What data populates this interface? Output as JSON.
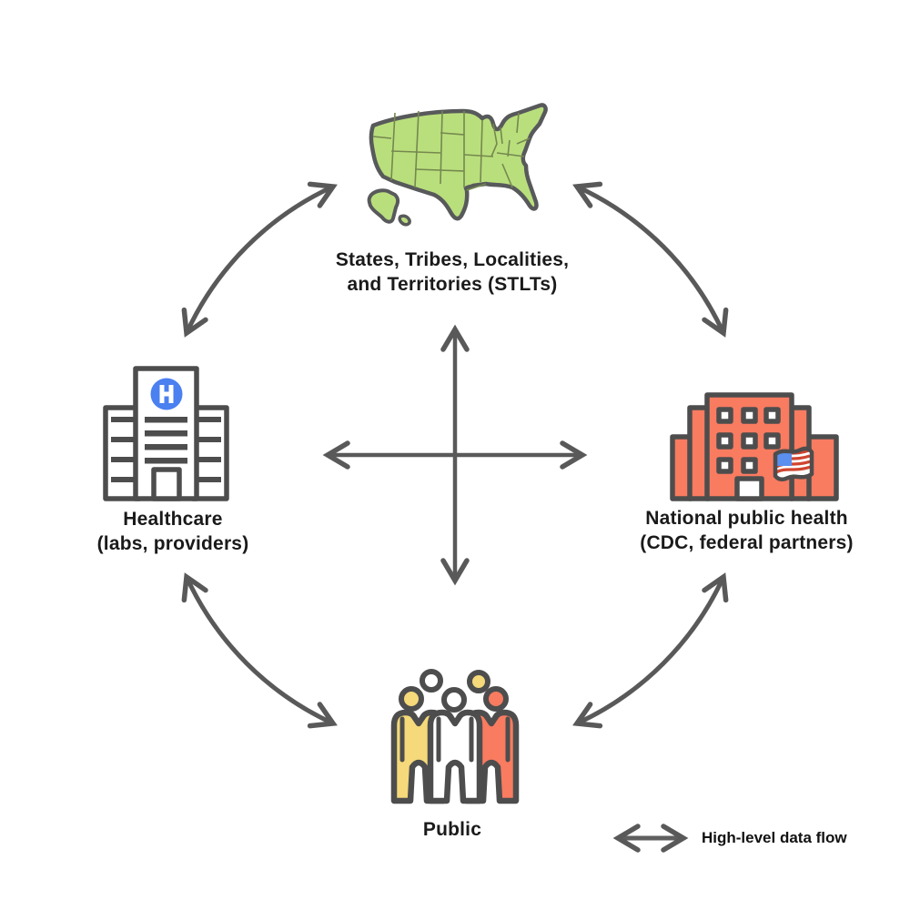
{
  "diagram": {
    "type": "circular-data-flow",
    "nodes": {
      "stlt": {
        "lines": [
          "States, Tribes, Localities,",
          "and Territories (STLTs)"
        ],
        "icon": "us-map-icon"
      },
      "healthcare": {
        "lines": [
          "Healthcare",
          "(labs, providers)"
        ],
        "icon": "hospital-icon"
      },
      "national_public_health": {
        "lines": [
          "National public health",
          "(CDC, federal partners)"
        ],
        "icon": "federal-building-icon"
      },
      "public": {
        "lines": [
          "Public"
        ],
        "icon": "people-icon"
      }
    },
    "edges": [
      {
        "from": "stlt",
        "to": "healthcare",
        "style": "curved-double-arrow"
      },
      {
        "from": "stlt",
        "to": "national_public_health",
        "style": "curved-double-arrow"
      },
      {
        "from": "healthcare",
        "to": "public",
        "style": "curved-double-arrow"
      },
      {
        "from": "national_public_health",
        "to": "public",
        "style": "curved-double-arrow"
      },
      {
        "from": "healthcare",
        "to": "national_public_health",
        "style": "straight-double-arrow"
      },
      {
        "from": "stlt",
        "to": "public",
        "style": "straight-double-arrow"
      }
    ],
    "legend": {
      "label": "High-level data flow",
      "icon": "double-arrow-icon"
    },
    "colors": {
      "map_green": "#b9df7d",
      "building_salmon": "#f97b60",
      "person_yellow": "#f5d97a",
      "hospital_blue": "#4a80f0",
      "flag_blue": "#5b8ff0",
      "flag_red": "#d0452f",
      "outline_gray": "#4d4d4d",
      "arrow_gray": "#595959",
      "text_black": "#1a1a1a"
    }
  }
}
